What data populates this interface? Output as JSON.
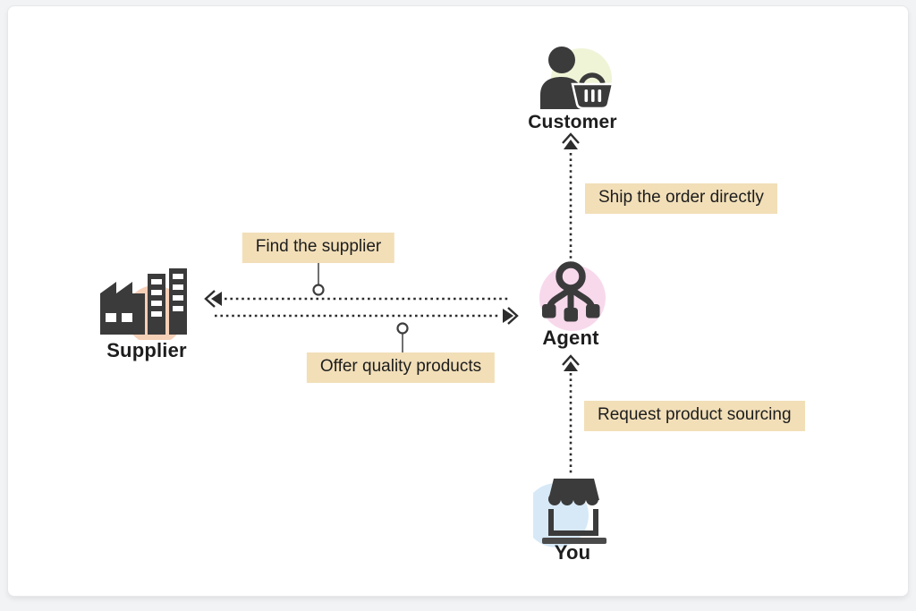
{
  "title": "Product sourcing agent flow diagram",
  "colors": {
    "label_bg": "#f2dfb8",
    "customer_bg": "#f0f4d7",
    "agent_bg": "#f8d9ec",
    "supplier_bg": "#f6cfb7",
    "you_bg": "#d7e9f7",
    "icon": "#3b3b3b",
    "arrow": "#2d2d2d",
    "text": "#1d1d1d"
  },
  "nodes": {
    "customer": {
      "label": "Customer"
    },
    "supplier": {
      "label": "Supplier"
    },
    "agent": {
      "label": "Agent"
    },
    "you": {
      "label": "You"
    }
  },
  "edges": {
    "ship": {
      "label": "Ship the order directly",
      "from": "agent",
      "to": "customer"
    },
    "find": {
      "label": "Find the supplier",
      "from": "agent",
      "to": "supplier"
    },
    "offer": {
      "label": "Offer quality products",
      "from": "supplier",
      "to": "agent"
    },
    "request": {
      "label": "Request product sourcing",
      "from": "you",
      "to": "agent"
    }
  }
}
